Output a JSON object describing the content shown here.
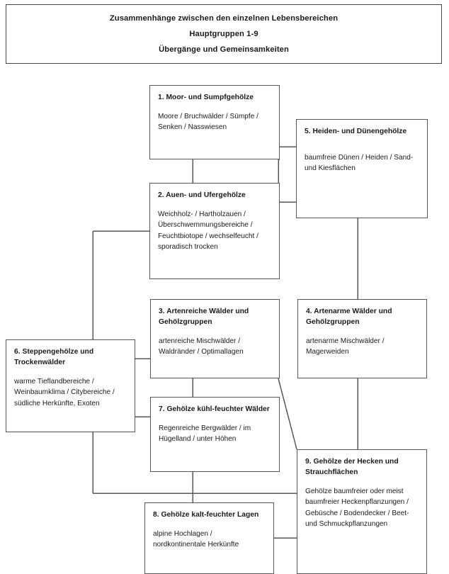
{
  "header": {
    "lines": [
      "Zusammenhänge zwischen den einzelnen Lebensbereichen",
      "Hauptgruppen 1-9",
      "Übergänge und Gemeinsamkeiten"
    ]
  },
  "diagram": {
    "type": "flowchart",
    "stroke_color": "#575757",
    "background": "#ffffff",
    "nodes": [
      {
        "id": "1",
        "title": "1. Moor- und Sumpfgehölze",
        "body": "Moore / Bruchwälder / Sümpfe / Senken / Nasswiesen"
      },
      {
        "id": "2",
        "title": "2. Auen- und Ufergehölze",
        "body": "Weichholz- / Hartholzauen / Überschwemmungsbereiche / Feuchtbiotope / wechselfeucht / sporadisch trocken"
      },
      {
        "id": "3",
        "title": "3. Artenreiche Wälder und Gehölzgruppen",
        "body": "artenreiche Mischwälder / Waldränder / Optimallagen"
      },
      {
        "id": "4",
        "title": "4. Artenarme Wälder und Gehölzgruppen",
        "body": "artenarme Mischwälder / Magerweiden"
      },
      {
        "id": "5",
        "title": "5. Heiden- und Dünengehölze",
        "body": "baumfreie Dünen / Heiden / Sand- und Kiesflächen"
      },
      {
        "id": "6",
        "title": "6. Steppengehölze und Trockenwälder",
        "body": "warme Tieflandbereiche / Weinbaumklima / Citybereiche / südliche Herkünfte, Exoten"
      },
      {
        "id": "7",
        "title": "7. Gehölze kühl-feuchter Wälder",
        "body": "Regenreiche Bergwälder / im Hügelland / unter Höhen"
      },
      {
        "id": "8",
        "title": "8. Gehölze kalt-feuchter Lagen",
        "body": "alpine Hochlagen / nordkontinentale Herkünfte"
      },
      {
        "id": "9",
        "title": "9. Gehölze der Hecken und Strauchflächen",
        "body": "Gehölze baumfreier oder meist baumfreier Heckenpflanzungen / Gebüsche / Bodendecker / Beet- und Schmuckpflanzungen"
      }
    ],
    "edges": [
      {
        "from": "1",
        "to": "2",
        "style": "elbow-vertical"
      },
      {
        "from": "1",
        "to": "5",
        "style": "elbow-right"
      },
      {
        "from": "2",
        "to": "5",
        "style": "elbow-right"
      },
      {
        "from": "2",
        "to": "3",
        "style": "elbow-vertical"
      },
      {
        "from": "2",
        "to": "6",
        "style": "elbow-left"
      },
      {
        "from": "5",
        "to": "4",
        "style": "elbow-vertical"
      },
      {
        "from": "3",
        "to": "6",
        "style": "elbow-left"
      },
      {
        "from": "3",
        "to": "7",
        "style": "elbow-vertical"
      },
      {
        "from": "3",
        "to": "9",
        "style": "diagonal"
      },
      {
        "from": "4",
        "to": "9",
        "style": "elbow-vertical"
      },
      {
        "from": "6",
        "to": "7",
        "style": "elbow-left"
      },
      {
        "from": "6",
        "to": "9",
        "style": "elbow-left-down"
      },
      {
        "from": "7",
        "to": "8",
        "style": "elbow-vertical"
      },
      {
        "from": "8",
        "to": "9",
        "style": "elbow-right"
      }
    ]
  }
}
